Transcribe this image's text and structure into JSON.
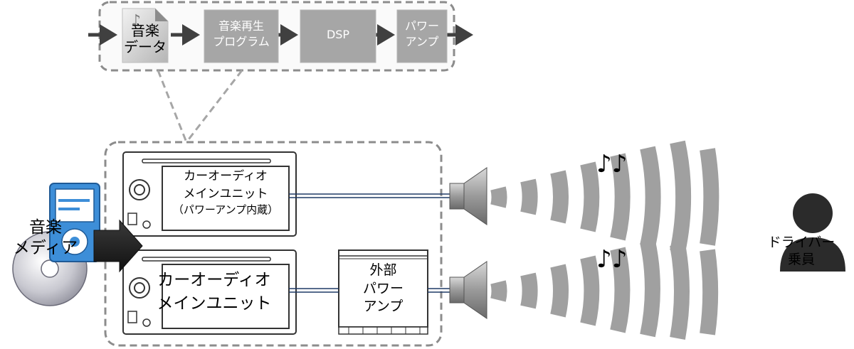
{
  "pipeline": {
    "music_data": [
      "音楽",
      "データ"
    ],
    "player_program": [
      "音楽再生",
      "プログラム"
    ],
    "dsp": "DSP",
    "power_amp": [
      "パワー",
      "アンプ"
    ]
  },
  "media": [
    "音楽",
    "メディア"
  ],
  "head_unit_top": [
    "カーオーディオ",
    "メインユニット",
    "（パワーアンプ内蔵）"
  ],
  "head_unit_bottom": [
    "カーオーディオ",
    "メインユニット"
  ],
  "external_amp": [
    "外部",
    "パワー",
    "アンプ"
  ],
  "listener": [
    "ドライバー",
    "乗員"
  ],
  "notes": [
    "♪♪",
    "♪♪"
  ],
  "colors": {
    "box_gray": "#a6a6a6",
    "dashed_outline": "#8c8c8c",
    "arrow_dark": "#404040",
    "cable_blue": "#1f3a66",
    "sound_wave": "#a0a0a0",
    "player_blue": "#3d8ed8"
  }
}
